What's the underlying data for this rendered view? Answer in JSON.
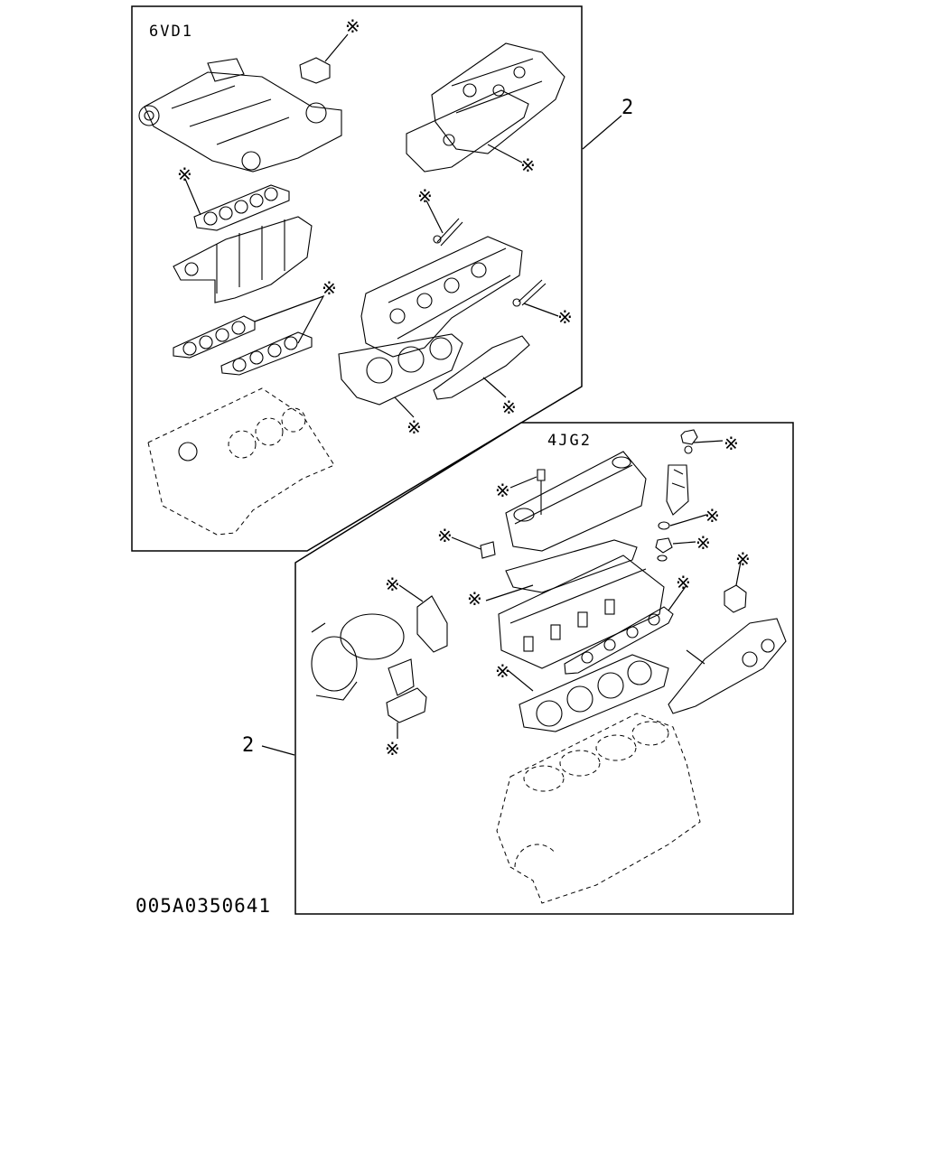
{
  "panels": {
    "top": {
      "engine_label": "6VD1"
    },
    "bottom": {
      "engine_label": "4JG2"
    }
  },
  "callouts": {
    "top_ref": "2",
    "bottom_ref": "2"
  },
  "marker_symbol": "※",
  "drawing_code": "005A0350641"
}
